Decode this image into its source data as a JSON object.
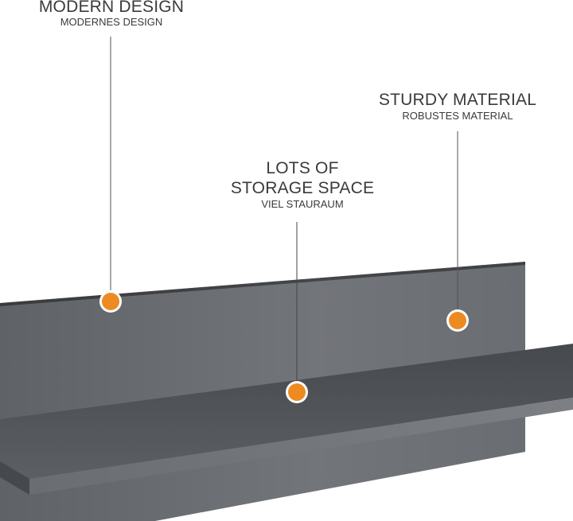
{
  "features": [
    {
      "title": "MODERN DESIGN",
      "subtitle": "MODERNES DESIGN"
    },
    {
      "title_line1": "LOTS OF",
      "title_line2": "STORAGE SPACE",
      "subtitle": "VIEL STAURAUM"
    },
    {
      "title": "STURDY MATERIAL",
      "subtitle": "ROBUSTES MATERIAL"
    }
  ],
  "colors": {
    "accent": "#ee8a22",
    "shelf": "#5d6064",
    "text": "#3a3a3a"
  }
}
